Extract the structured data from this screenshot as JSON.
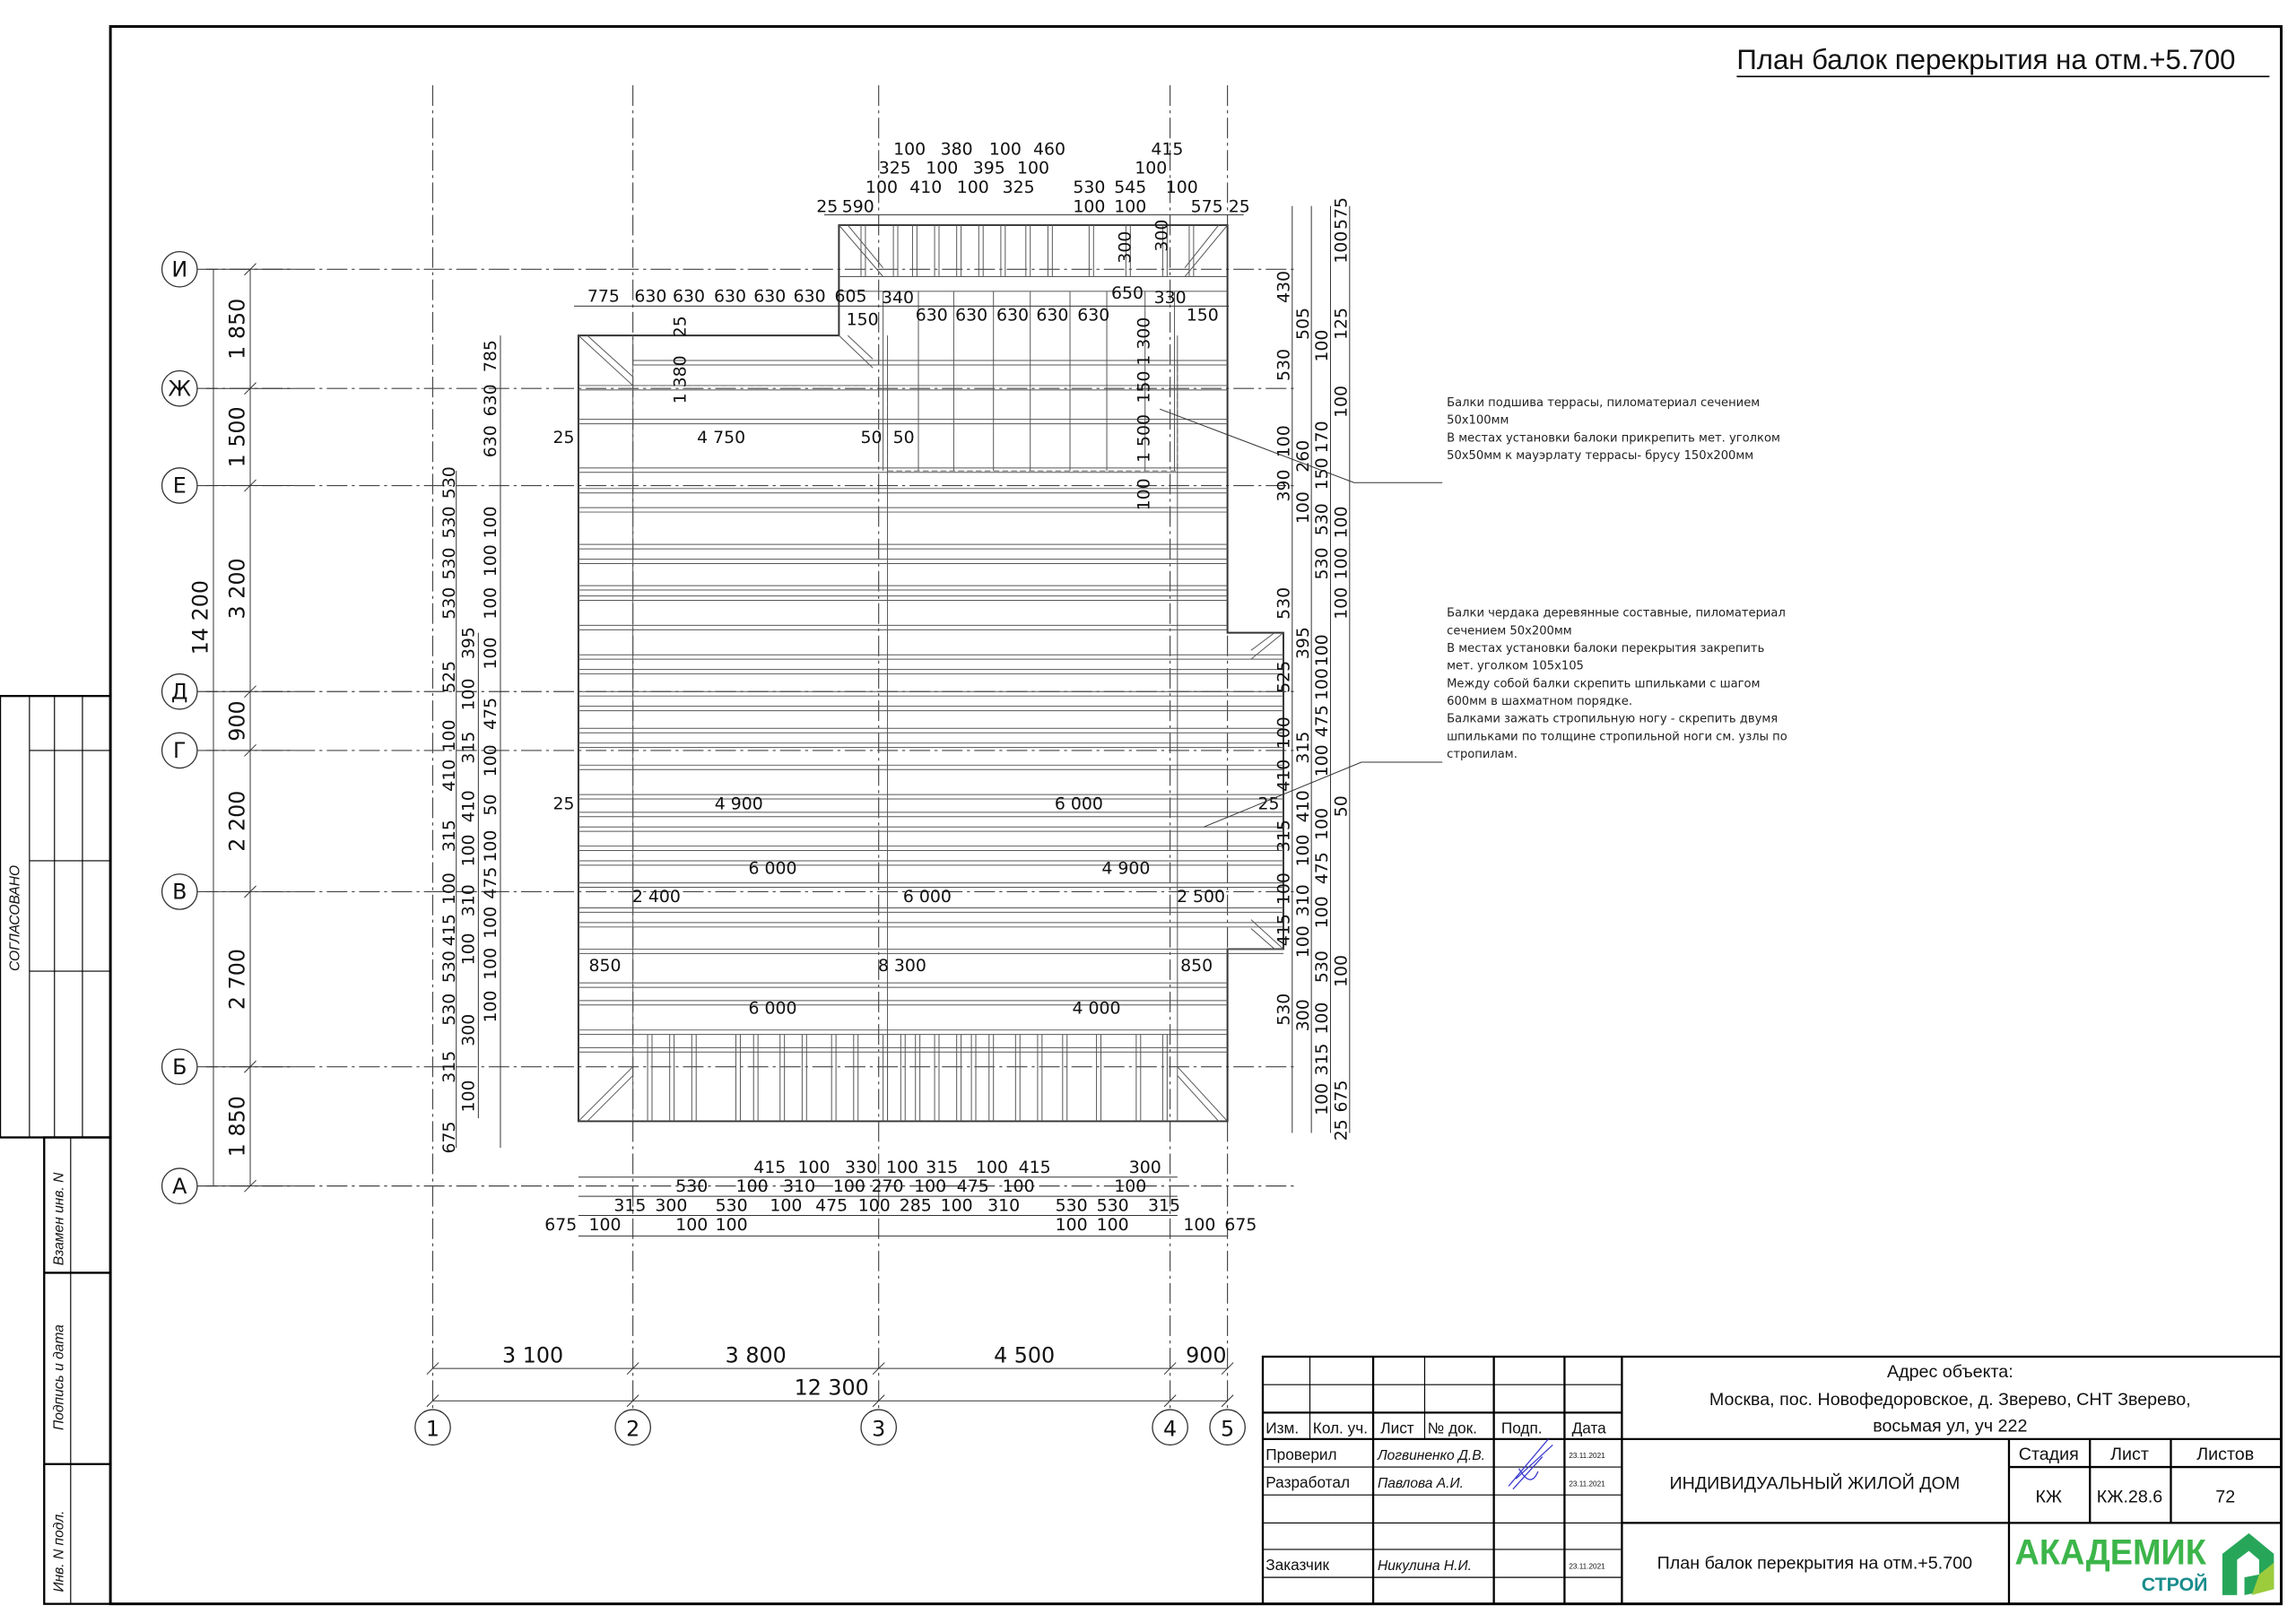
{
  "title": "План балок перекрытия на отм.+5.700",
  "axes": {
    "vertical": [
      "1",
      "2",
      "3",
      "4",
      "5"
    ],
    "horizontal": [
      "И",
      "Ж",
      "Е",
      "Д",
      "Г",
      "В",
      "Б",
      "А"
    ]
  },
  "dims": {
    "left_spans": [
      "1 850",
      "1 500",
      "3 200",
      "900",
      "2 200",
      "2 700",
      "1 850"
    ],
    "left_total": "14 200",
    "bottom_spans": [
      "3 100",
      "3 800",
      "4 500",
      "900"
    ],
    "bottom_total": "12 300"
  },
  "top_dims": [
    "100",
    "380",
    "100",
    "460",
    "415",
    "325",
    "100",
    "395",
    "100",
    "100",
    "100",
    "410",
    "100",
    "325",
    "530",
    "545",
    "100",
    "25",
    "590",
    "100",
    "100",
    "575",
    "25",
    "300"
  ],
  "row_dims": [
    "775",
    "630",
    "630",
    "630",
    "630",
    "630",
    "605",
    "340",
    "630",
    "630",
    "630",
    "630",
    "630",
    "650",
    "330",
    "150",
    "150"
  ],
  "inner_vertical_dims": [
    "300",
    "1 300",
    "150",
    "1 500",
    "100",
    "1 380",
    "25"
  ],
  "plan_labels": [
    "25",
    "4 750",
    "50",
    "50",
    "25",
    "4 900",
    "6 000",
    "25",
    "6 000",
    "4 900",
    "2 400",
    "6 000",
    "2 500",
    "850",
    "8 300",
    "850",
    "6 000",
    "4 000"
  ],
  "bottom_dims": [
    "415",
    "100",
    "330",
    "100",
    "315",
    "100",
    "415",
    "300",
    "530",
    "100",
    "310",
    "100",
    "270",
    "100",
    "475",
    "100",
    "100",
    "315",
    "300",
    "530",
    "100",
    "475",
    "100",
    "285",
    "100",
    "310",
    "530",
    "530",
    "315",
    "675",
    "100",
    "100",
    "100",
    "100",
    "100",
    "100",
    "675"
  ],
  "left_stack": [
    "530",
    "530",
    "530",
    "530",
    "525",
    "100",
    "410",
    "315",
    "100",
    "415",
    "530",
    "530",
    "315",
    "675",
    "395",
    "100",
    "315",
    "410",
    "100",
    "310",
    "100",
    "300",
    "100",
    "785",
    "630",
    "630",
    "100",
    "100",
    "100",
    "100",
    "475",
    "100",
    "50",
    "100",
    "475",
    "100",
    "100",
    "100"
  ],
  "right_stack": [
    "575",
    "100",
    "430",
    "505",
    "125",
    "100",
    "530",
    "100",
    "100",
    "170",
    "260",
    "150",
    "390",
    "100",
    "530",
    "100",
    "530",
    "100",
    "530",
    "100",
    "395",
    "100",
    "525",
    "100",
    "475",
    "100",
    "315",
    "100",
    "410",
    "410",
    "50",
    "100",
    "315",
    "100",
    "475",
    "100",
    "310",
    "100",
    "415",
    "100",
    "530",
    "100",
    "530",
    "300",
    "100",
    "315",
    "100",
    "675",
    "25"
  ],
  "notes": {
    "terrace": [
      "Балки подшива террасы, пиломатериал сечением",
      "50х100мм",
      "В местах установки балоки прикрепить мет. уголком",
      "50х50мм к мауэрлату террасы- брусу 150х200мм"
    ],
    "attic": [
      "Балки чердака деревянные составные, пиломатериал",
      "сечением 50х200мм",
      "В местах установки балоки перекрытия закрепить",
      "мет. уголком 105х105",
      "Между собой балки скрепить шпильками с шагом",
      "600мм в шахматном порядке.",
      "Балками зажать стропильную ногу - скрепить двумя",
      "шпильками по толщине стропильной ноги см. узлы по",
      "стропилам."
    ]
  },
  "side_stamp": {
    "agreed": "СОГЛАСОВАНО",
    "replace_inv": "Взамен инв. N",
    "sign_date": "Подпись и дата",
    "inv_orig": "Инв. N подл."
  },
  "title_block": {
    "headers": [
      "Изм.",
      "Кол. уч.",
      "Лист",
      "№ док.",
      "Подп.",
      "Дата"
    ],
    "roles": [
      {
        "role": "Проверил",
        "name": "Логвиненко Д.В.",
        "date": "23.11.2021"
      },
      {
        "role": "Разработал",
        "name": "Павлова А.И.",
        "date": "23.11.2021"
      },
      {
        "role": "Заказчик",
        "name": "Никулина Н.И.",
        "date": "23.11.2021"
      }
    ],
    "address_label": "Адрес объекта:",
    "address_line1": "Москва, пос. Новофедоровское, д. Зверево, СНТ Зверево,",
    "address_line2": "восьмая ул, уч 222",
    "project": "ИНДИВИДУАЛЬНЫЙ ЖИЛОЙ ДОМ",
    "sheet_title": "План балок перекрытия на отм.+5.700",
    "stage_label": "Стадия",
    "sheet_label": "Лист",
    "sheets_label": "Листов",
    "stage": "КЖ",
    "sheet": "КЖ.28.6",
    "sheets": "72"
  },
  "logo": {
    "main": "АКАДЕМИК",
    "sub": "СТРОЙ",
    "green": "#3cb54a",
    "teal": "#1a8c8c",
    "lime": "#9ccc3c"
  }
}
